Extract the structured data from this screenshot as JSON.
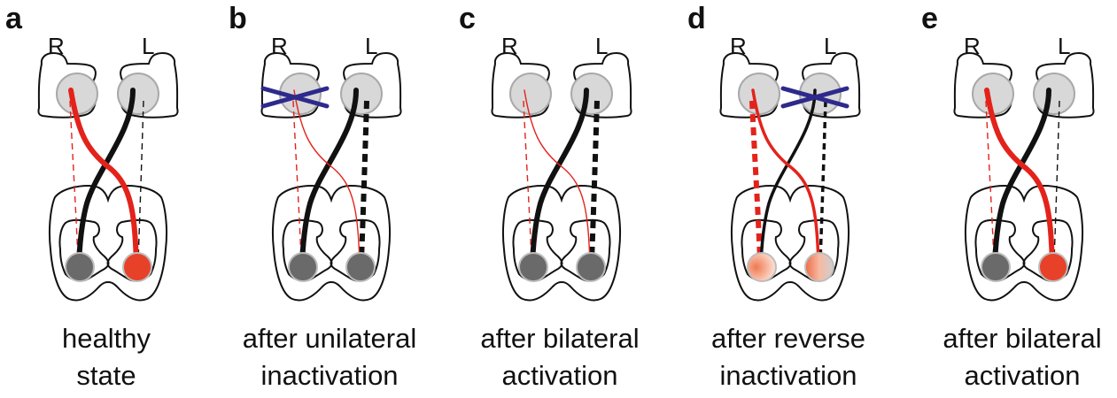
{
  "side_labels": {
    "right": "R",
    "left": "L"
  },
  "colors": {
    "pathway_right": "#e3231b",
    "pathway_left": "#111111",
    "inactivation_cross": "#2e2a8c",
    "brain_nucleus_fill": "#d8d8d8",
    "motor_neuron_fill": "#6a6a6a",
    "active_neuron_fill": "#e8412a"
  },
  "icons": [
    "brain-hemisphere-outline",
    "spinal-cord-outline",
    "inactivation-cross-icon",
    "motor-neuron-icon"
  ],
  "panels": [
    {
      "letter": "a",
      "caption": [
        "healthy",
        "state"
      ],
      "right_tract": "thick-solid",
      "left_tract": "thick-solid",
      "right_uncrossed": "thin-dashed",
      "left_uncrossed": "thin-dashed",
      "inactivated": "none",
      "right_neuron": "grey",
      "left_neuron": "red"
    },
    {
      "letter": "b",
      "caption": [
        "after unilateral",
        "inactivation"
      ],
      "right_tract": "thin-solid",
      "left_tract": "thick-solid",
      "right_uncrossed": "thin-dashed",
      "left_uncrossed": "thick-dashed",
      "inactivated": "right",
      "right_neuron": "grey",
      "left_neuron": "grey"
    },
    {
      "letter": "c",
      "caption": [
        "after bilateral",
        "activation"
      ],
      "right_tract": "thin-solid",
      "left_tract": "thick-solid",
      "right_uncrossed": "thin-dashed",
      "left_uncrossed": "thick-dashed",
      "inactivated": "none",
      "right_neuron": "grey",
      "left_neuron": "grey"
    },
    {
      "letter": "d",
      "caption": [
        "after reverse",
        "inactivation"
      ],
      "right_tract": "medium-solid",
      "left_tract": "medium-solid",
      "right_uncrossed": "thick-dashed",
      "left_uncrossed": "medium-dashed",
      "inactivated": "left",
      "right_neuron": "red-fading",
      "left_neuron": "red-grey-fading"
    },
    {
      "letter": "e",
      "caption": [
        "after bilateral",
        "activation"
      ],
      "right_tract": "thick-solid",
      "left_tract": "thick-solid",
      "right_uncrossed": "thin-dashed",
      "left_uncrossed": "thin-dashed",
      "inactivated": "none",
      "right_neuron": "grey",
      "left_neuron": "red"
    }
  ]
}
